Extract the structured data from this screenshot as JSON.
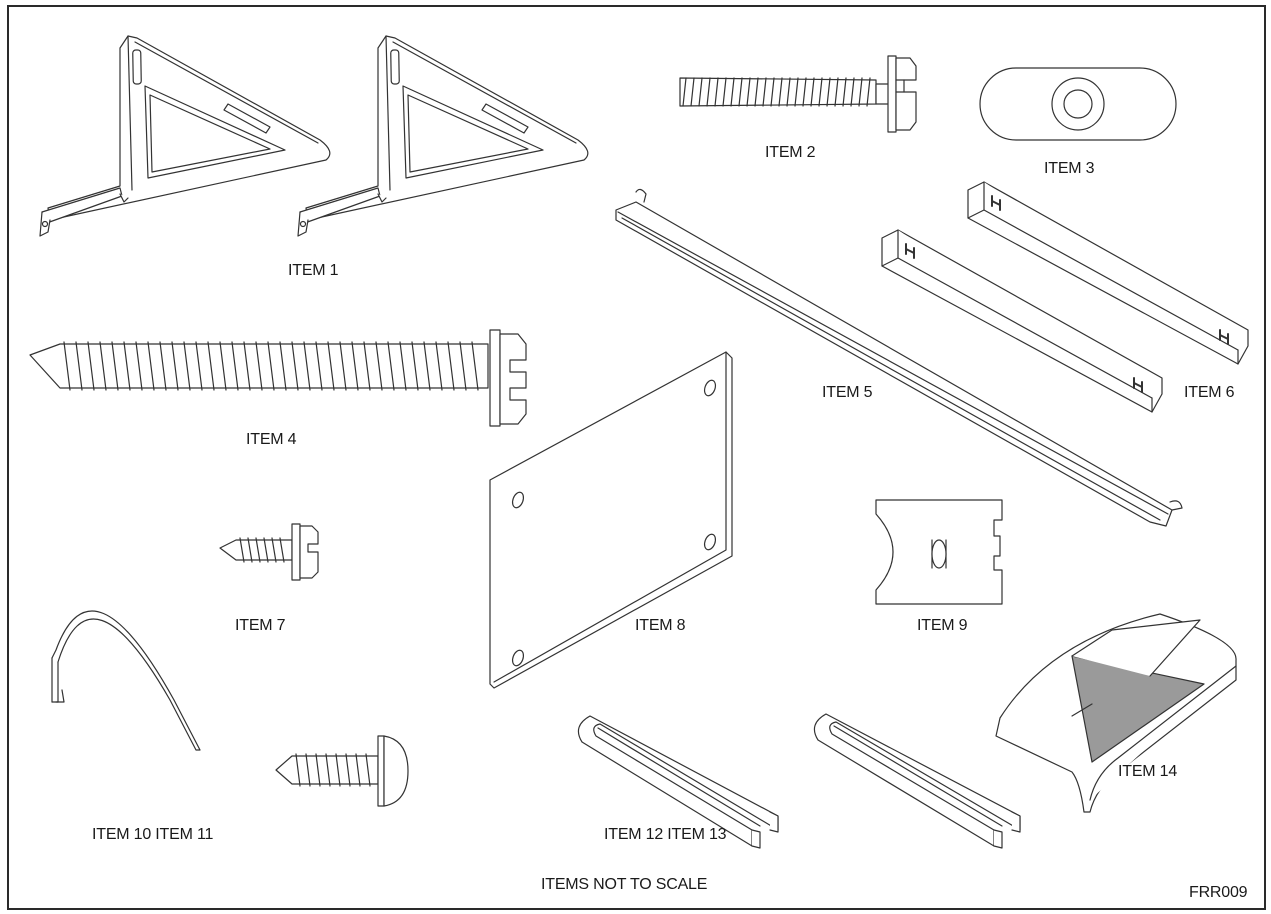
{
  "labels": {
    "item1": "ITEM 1",
    "item2": "ITEM 2",
    "item3": "ITEM 3",
    "item4": "ITEM 4",
    "item5": "ITEM 5",
    "item6": "ITEM 6",
    "item7": "ITEM 7",
    "item8": "ITEM 8",
    "item9": "ITEM 9",
    "item10_11": "ITEM 10 ITEM 11",
    "item12_13": "ITEM 12 ITEM 13",
    "item14": "ITEM 14"
  },
  "note": "ITEMS NOT TO SCALE",
  "drawing_code": "FRR009",
  "colors": {
    "line": "#333333",
    "fill": "#ffffff",
    "shade": "#9a9a9a",
    "border": "#2a2a2a"
  }
}
